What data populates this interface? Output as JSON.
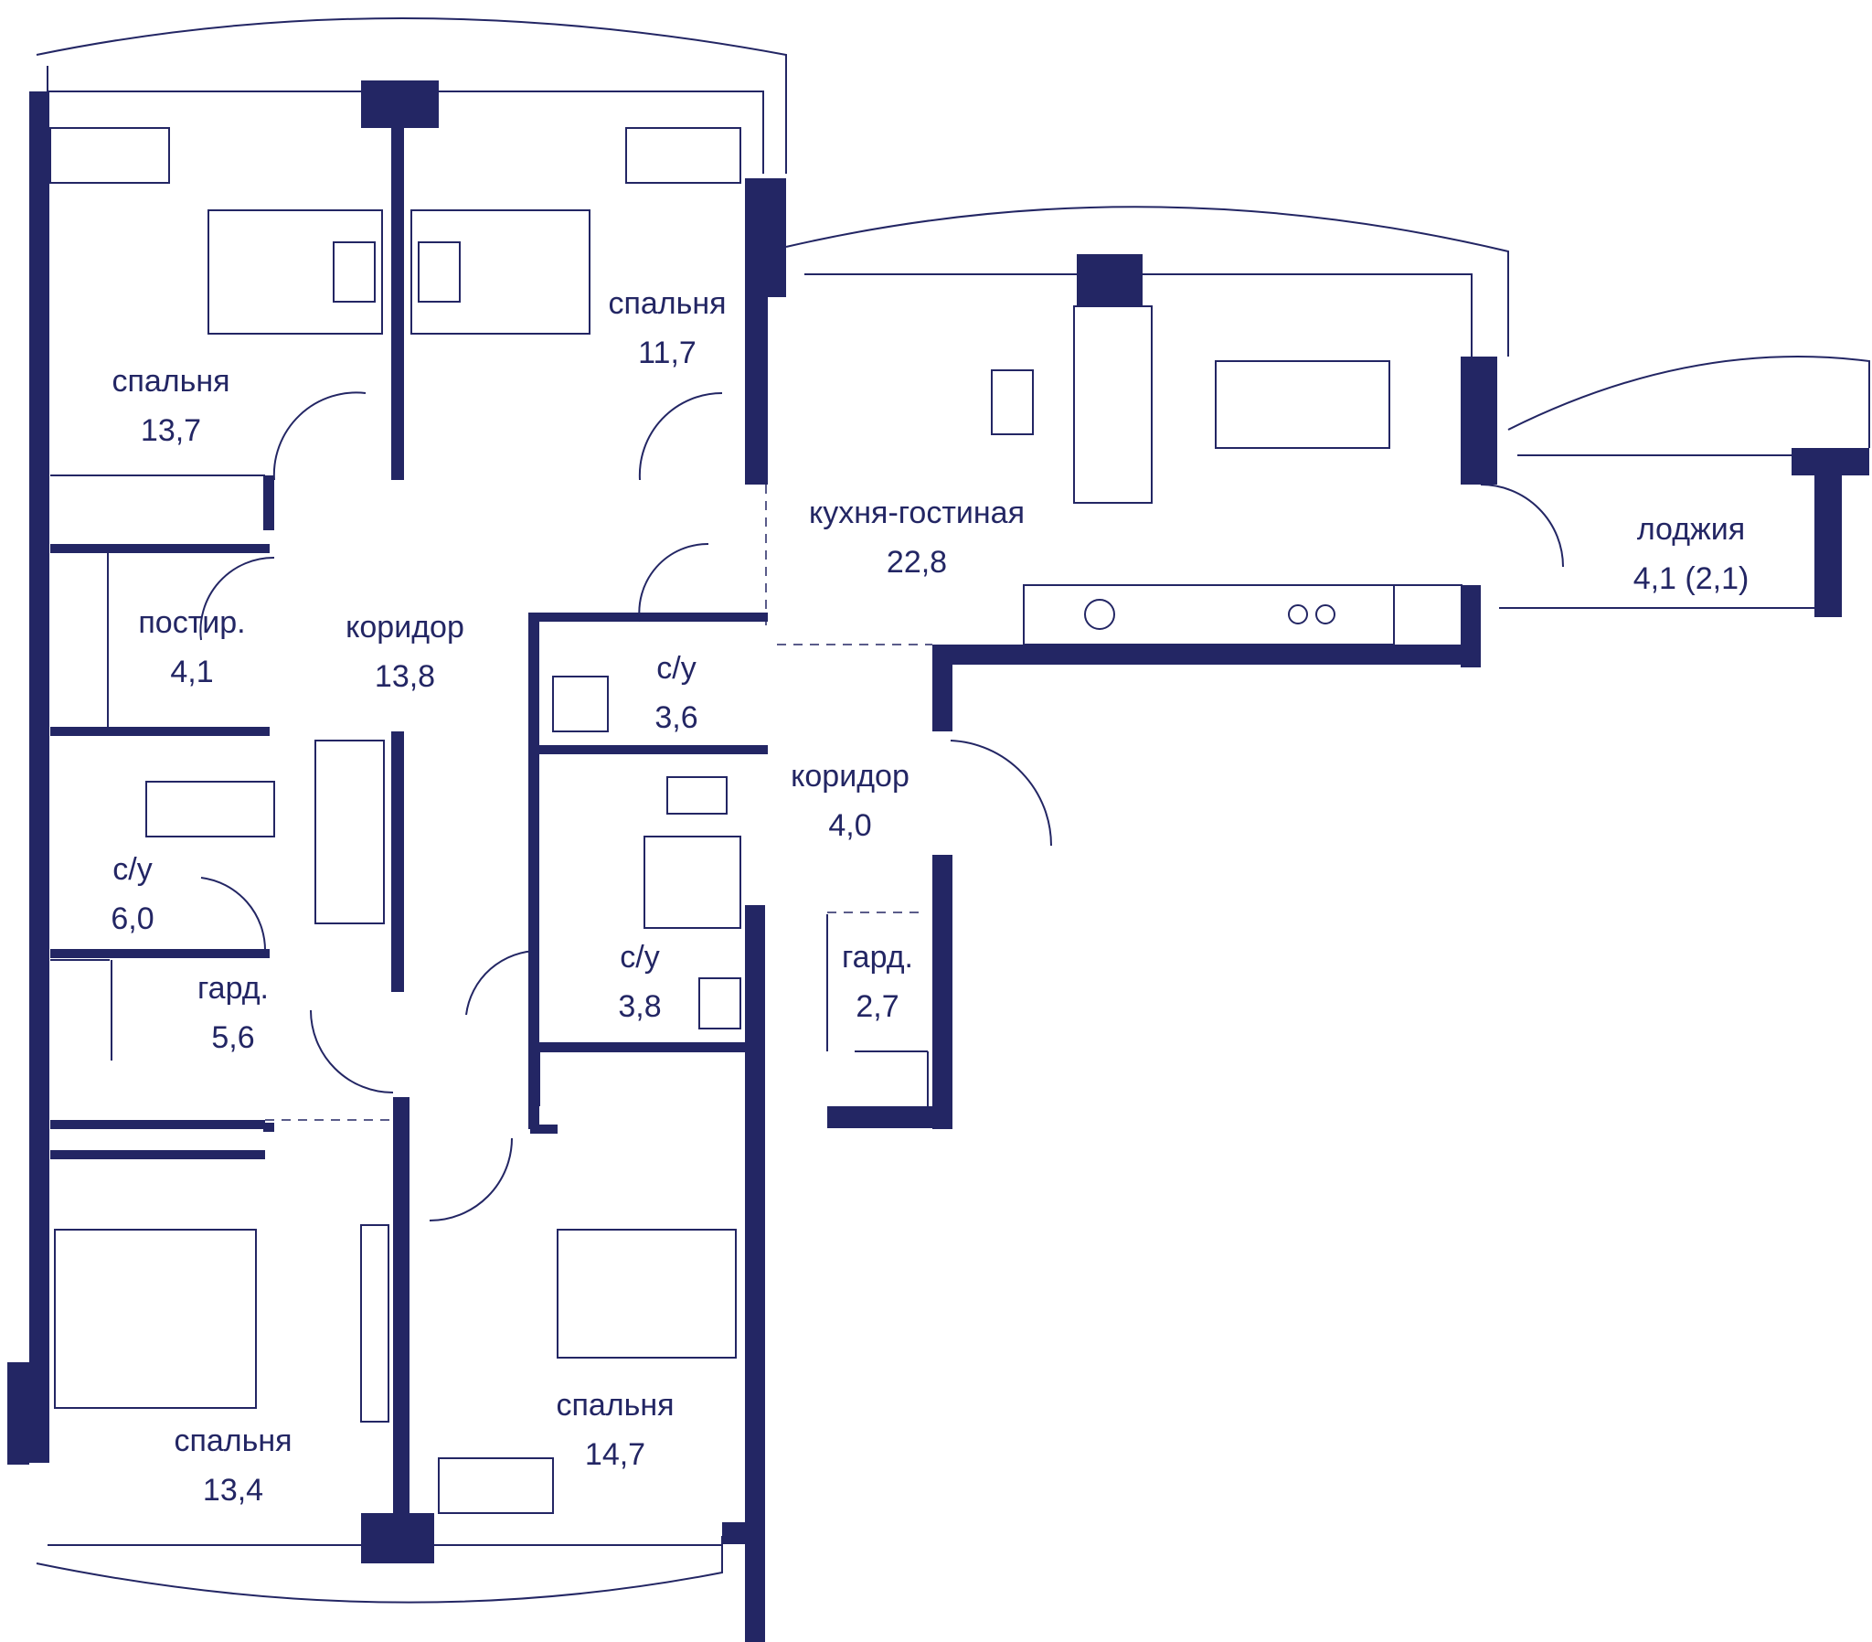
{
  "colors": {
    "walls": "#232664",
    "background": "#ffffff"
  },
  "rooms": [
    {
      "id": "bedroom-1",
      "name": "спальня",
      "area": "13,7"
    },
    {
      "id": "bedroom-2",
      "name": "спальня",
      "area": "11,7"
    },
    {
      "id": "kitchen-living",
      "name": "кухня-гостиная",
      "area": "22,8"
    },
    {
      "id": "loggia",
      "name": "лоджия",
      "area": "4,1 (2,1)"
    },
    {
      "id": "laundry",
      "name": "постир.",
      "area": "4,1"
    },
    {
      "id": "corridor-1",
      "name": "коридор",
      "area": "13,8"
    },
    {
      "id": "bathroom-1",
      "name": "с/у",
      "area": "3,6"
    },
    {
      "id": "corridor-2",
      "name": "коридор",
      "area": "4,0"
    },
    {
      "id": "bathroom-2",
      "name": "с/у",
      "area": "6,0"
    },
    {
      "id": "bathroom-3",
      "name": "с/у",
      "area": "3,8"
    },
    {
      "id": "wardrobe-1",
      "name": "гард.",
      "area": "5,6"
    },
    {
      "id": "wardrobe-2",
      "name": "гард.",
      "area": "2,7"
    },
    {
      "id": "bedroom-3",
      "name": "спальня",
      "area": "13,4"
    },
    {
      "id": "bedroom-4",
      "name": "спальня",
      "area": "14,7"
    }
  ]
}
